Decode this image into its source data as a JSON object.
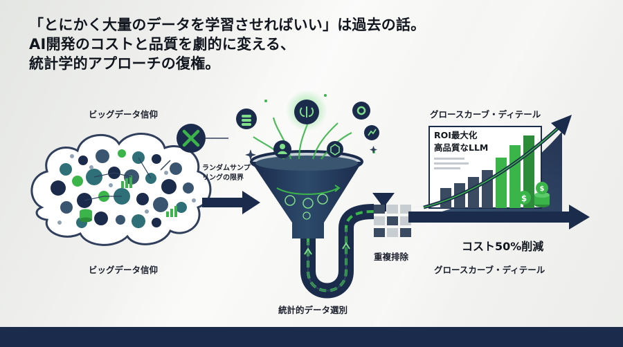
{
  "headline": {
    "line1": "「とにかく大量のデータを学習させればいい」は過去の話。",
    "line2": "AI開発のコストと品質を劇的に変える、",
    "line3": "統計学的アプローチの復権。"
  },
  "left": {
    "top_label": "ビッグデータ信仰",
    "bottom_label": "ビッグデータ信仰",
    "arrow_label_line1": "ランダムサンプ",
    "arrow_label_line2": "リングの限界"
  },
  "center": {
    "bottom_label": "統計的データ選別",
    "dedup_label": "重複排除"
  },
  "right": {
    "top_label": "グロースカーブ・ディテール",
    "bottom_label": "グロースカーブ・ディテール",
    "roi_line1": "ROI最大化",
    "roi_line2": "高品質なLLM",
    "cost_label": "コスト50%削減"
  },
  "colors": {
    "navy": "#1b2b4c",
    "green": "#3bb54a",
    "teal": "#2f6f78",
    "gray": "#9aa2ad"
  }
}
